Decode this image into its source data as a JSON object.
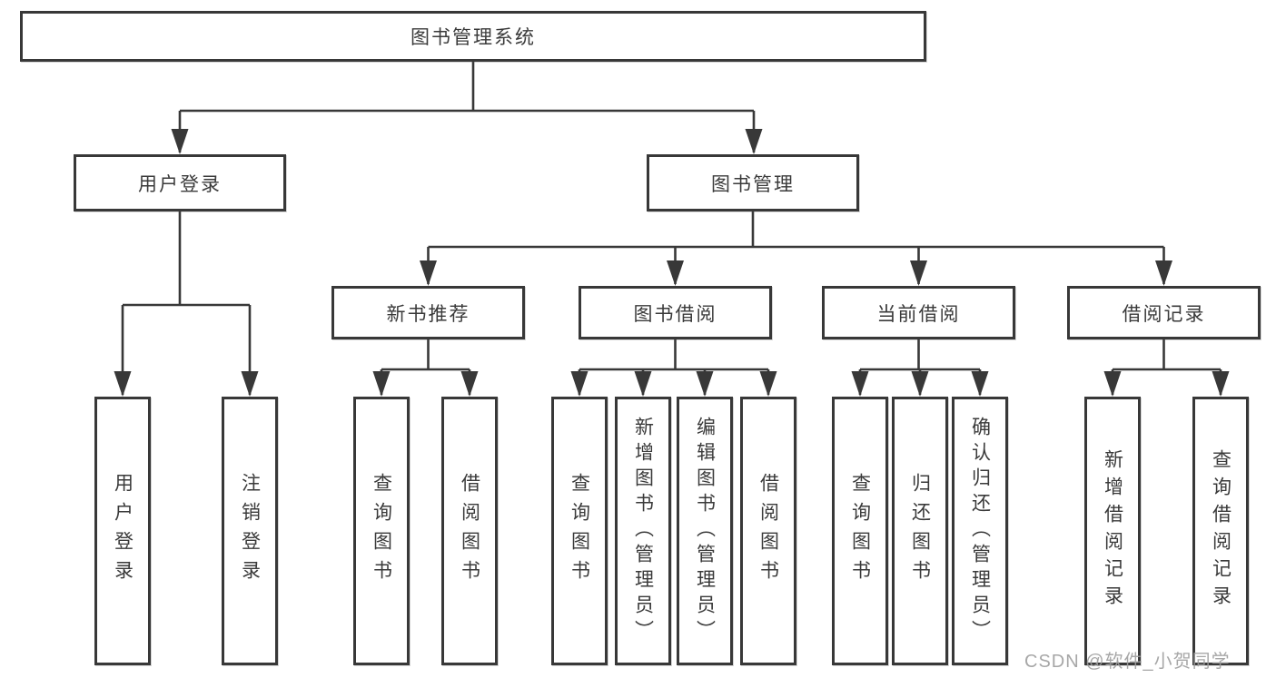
{
  "colors": {
    "line": "#383838",
    "text": "#3a3a3a",
    "watermark": "#9e9e9e",
    "background": "#ffffff"
  },
  "tree": {
    "label": "图书管理系统",
    "children": [
      {
        "label": "用户登录",
        "children": [
          {
            "label": "用户登录"
          },
          {
            "label": "注销登录"
          }
        ]
      },
      {
        "label": "图书管理",
        "children": [
          {
            "label": "新书推荐",
            "children": [
              {
                "label": "查询图书"
              },
              {
                "label": "借阅图书"
              }
            ]
          },
          {
            "label": "图书借阅",
            "children": [
              {
                "label": "查询图书"
              },
              {
                "label": "新增图书（管理员）"
              },
              {
                "label": "编辑图书（管理员）"
              },
              {
                "label": "借阅图书"
              }
            ]
          },
          {
            "label": "当前借阅",
            "children": [
              {
                "label": "查询图书"
              },
              {
                "label": "归还图书"
              },
              {
                "label": "确认归还（管理员）"
              }
            ]
          },
          {
            "label": "借阅记录",
            "children": [
              {
                "label": "新增借阅记录"
              },
              {
                "label": "查询借阅记录"
              }
            ]
          }
        ]
      }
    ]
  },
  "watermark": {
    "text": "CSDN @软件_小贺同学"
  }
}
